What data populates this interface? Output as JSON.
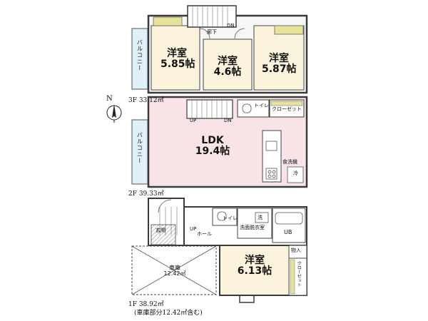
{
  "floor3": {
    "label": "3F 33.12㎡",
    "rooms": [
      {
        "name": "洋室",
        "size": "5.85帖"
      },
      {
        "name": "洋室",
        "size": "4.6帖"
      },
      {
        "name": "洋室",
        "size": "5.87帖"
      }
    ],
    "balcony": "バルコニー",
    "hallway": "廊下",
    "dn": "DN"
  },
  "floor2": {
    "label": "2F 39.33㎡",
    "ldk_name": "LDK",
    "ldk_size": "19.4帖",
    "balcony": "バルコニー",
    "toilet": "トイレ",
    "closet": "クローゼット",
    "dishwasher": "食洗機",
    "fridge": "冷",
    "up": "UP",
    "dn": "DN"
  },
  "floor1": {
    "label": "1F 38.92㎡",
    "note": "(車庫部分12.42㎡含む)",
    "garage_name": "車庫",
    "garage_size": "12.42㎡",
    "room_name": "洋室",
    "room_size": "6.13帖",
    "entrance": "玄関",
    "hall": "ホール",
    "up": "UP",
    "toilet": "トイレ",
    "washroom": "洗面脱衣室",
    "bath": "UB",
    "storage": "物入",
    "closet": "クローゼット",
    "washer": "洗"
  },
  "compass": "N",
  "colors": {
    "room": "#fbf3dc",
    "ldk": "#f8e4e6",
    "balcony": "#dff0f8",
    "closet_shelf": "#e8e39a",
    "wall": "#3a3a3a"
  }
}
